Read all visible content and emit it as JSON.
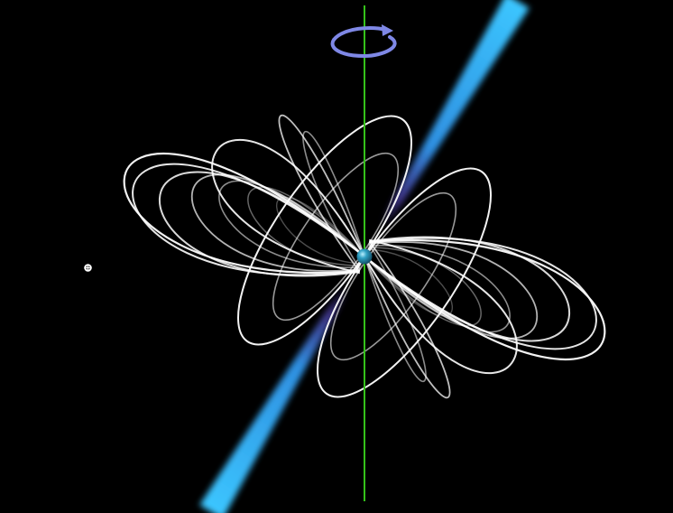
{
  "diagram": {
    "subject": "pulsar",
    "elements": [
      {
        "id": "rotation-axis",
        "kind": "line",
        "color": "#35c21a"
      },
      {
        "id": "rotation-arrow",
        "kind": "arrow",
        "color": "#7f88e6"
      },
      {
        "id": "neutron-star",
        "kind": "sphere",
        "color": "#2fa0c4"
      },
      {
        "id": "radiation-beam-upper",
        "kind": "beam",
        "color": "#3cc6ff"
      },
      {
        "id": "radiation-beam-lower",
        "kind": "beam",
        "color": "#3cc6ff"
      },
      {
        "id": "magnetic-field-lines",
        "kind": "loops",
        "color": "#ffffff"
      }
    ]
  },
  "colors": {
    "background": "#000000",
    "axis": "#35c21a",
    "beam": "#3cc6ff",
    "beam_core": "#4a3d9e",
    "field_line": "#ffffff",
    "rotation_arrow": "#7f88e6",
    "star": "#2fa0c4"
  },
  "icons": {
    "cursor": "crosshair-cursor-icon"
  }
}
